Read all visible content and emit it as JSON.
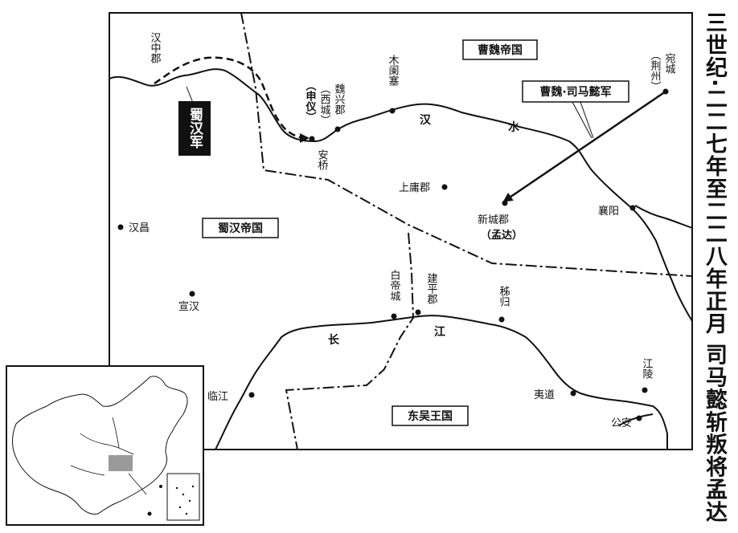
{
  "title": "三世纪·二二七年至二二八年正月 司马懿斩叛将孟达",
  "states": {
    "wei": "曹魏帝国",
    "shu": "蜀汉帝国",
    "wu": "东吴王国"
  },
  "armies": {
    "wei": "曹魏·司马懿军",
    "shu": "蜀汉军"
  },
  "rivers": {
    "han_1": "汉",
    "han_2": "水",
    "chang_1": "长",
    "chang_2": "江"
  },
  "places": {
    "hanzhong": "汉中郡",
    "weixing": "魏兴郡",
    "weixing_alt": "（西城）",
    "shenyi": "（申仪）",
    "anqiao": "安桥",
    "mulansai": "木阑塞",
    "wancheng": "宛城",
    "jingzhou": "（荆州）",
    "shangyong": "上庸郡",
    "xiangyang": "襄阳",
    "xincheng": "新城郡",
    "mengda": "（孟达）",
    "hanchang": "汉昌",
    "xuanhan": "宣汉",
    "baidicheng": "白帝城",
    "jianping": "建平郡",
    "zigui": "秭归",
    "linjiang": "临江",
    "yidao": "夷道",
    "jiangling": "江陵",
    "gongan": "公安"
  },
  "colors": {
    "ink": "#111111",
    "inset_highlight": "#9a9a9a"
  }
}
